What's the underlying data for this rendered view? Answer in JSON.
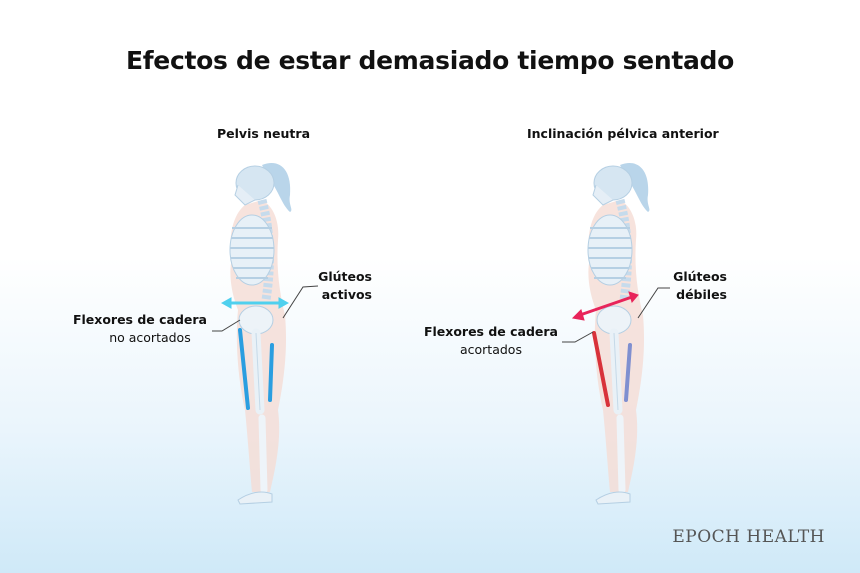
{
  "title": "Efectos de estar demasiado tiempo sentado",
  "panels": [
    {
      "subtitle": "Pelvis neutra",
      "glutes_label": [
        "Glúteos",
        "activos"
      ],
      "flexor_label": [
        "Flexores de cadera",
        "no acortados"
      ],
      "arrow_color": "#4fd0ee",
      "muscle_color": "#2a9ee0"
    },
    {
      "subtitle": "Inclinación pélvica anterior",
      "glutes_label": [
        "Glúteos",
        "débiles"
      ],
      "flexor_label": [
        "Flexores de cadera",
        "acortados"
      ],
      "arrow_color": "#e8245a",
      "muscle_color": "#d8323a"
    }
  ],
  "logo": "EPOCH HEALTH"
}
